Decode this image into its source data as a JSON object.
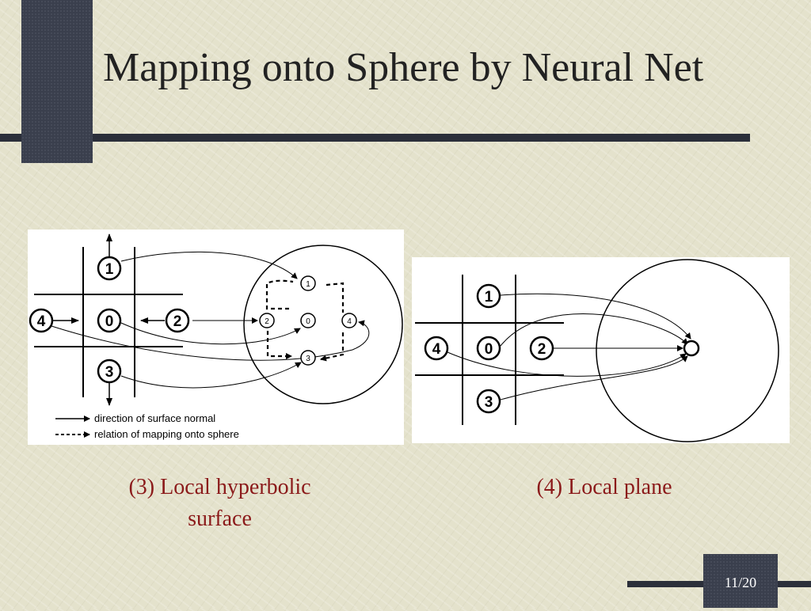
{
  "slide": {
    "title": "Mapping onto Sphere by Neural Net",
    "page_number": "11/20"
  },
  "figure3": {
    "nodes": {
      "n0": "0",
      "n1": "1",
      "n2": "2",
      "n3": "3",
      "n4": "4"
    },
    "sphere_nodes": {
      "s0": "0",
      "s1": "1",
      "s2": "2",
      "s3": "3",
      "s4": "4"
    },
    "legend": {
      "solid": "direction of surface normal",
      "dashed": "relation of mapping onto sphere"
    },
    "caption_line1": "(3) Local hyperbolic",
    "caption_line2": "surface"
  },
  "figure4": {
    "nodes": {
      "n0": "0",
      "n1": "1",
      "n2": "2",
      "n3": "3",
      "n4": "4"
    },
    "caption": "(4) Local plane"
  }
}
